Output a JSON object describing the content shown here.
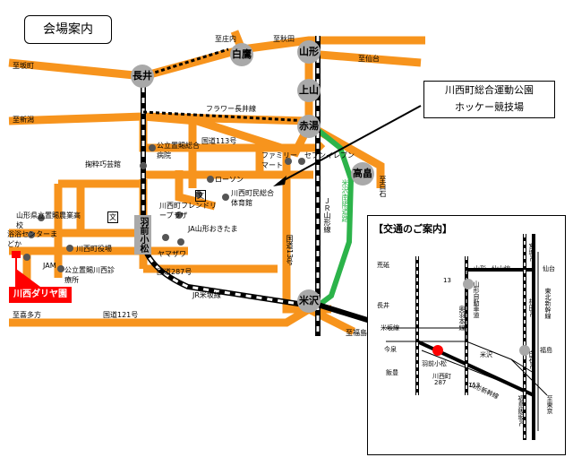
{
  "title": "会場案内",
  "callout": {
    "line1": "川西町総合運動公園",
    "line2": "ホッケー競技場"
  },
  "stations": {
    "shiratka": "白鷹",
    "yamagata": "山形",
    "kaminoyama": "上山",
    "akayu": "赤湯",
    "takahata": "高畠",
    "nagai": "長井",
    "yonezawa": "米沢",
    "hazenkomatsu": "羽前小松"
  },
  "directions": {
    "to_sakamachi_top": "至坂町",
    "to_shonai": "至庄内",
    "to_akita": "至秋田",
    "to_sendai": "至仙台",
    "to_niigata": "至新潟",
    "to_kitakata": "至喜多方",
    "to_fukushima": "至福島",
    "to_shiraishi": "至白石"
  },
  "lines": {
    "flower_nagai": "フラワー長井線",
    "jr_yonesaka": "JR米坂線",
    "jr_yamagata": "ＪＲ山形線",
    "yonezawa_nanyo_road": "米沢南陽道路",
    "route113": "国道113号",
    "route287": "国道287号",
    "route121": "国道121号",
    "route13": "国道13号"
  },
  "landmarks": {
    "kokeshi": "掬粋巧芸館",
    "okitama_hospital": "公立置賜総合病院",
    "familymart": "ファミリーマート",
    "seven_eleven": "セブンイレブン",
    "lawson": "ローソン",
    "gymnasium": "川西町民総合体育館",
    "friendly_plaza": "川西町フレンドリープラザ",
    "ja": "JA山形おきたま",
    "yamazawa": "ヤマザワ",
    "yamagata_pref": "山形県立置賜農業高校",
    "yokusou": "浴浴センターまどか",
    "town_office": "川西町役場",
    "jam": "JAM",
    "kawanishi_clinic": "公立置賜川西診療所",
    "dalia_park": "川西ダリヤ園",
    "school_mark_1": "文",
    "school_mark_2": "文"
  },
  "inset": {
    "title": "【交通のご案内】",
    "labels": {
      "sakai": "荒砥",
      "nagai": "長井",
      "yonesaka": "米坂線",
      "imaizumi": "今泉",
      "hazenkomatsu": "羽前小松",
      "kawanishi": "川西町",
      "yamagata": "山形",
      "sendai_yama": "仙山線",
      "sendai": "仙台",
      "yamagata_line": "山形自動車道",
      "ou_line": "奥羽本線",
      "yonezawa": "米沢",
      "yonezawa_line": "米沢",
      "miyagi_ic": "宮城IC",
      "murata_ic": "村田IC",
      "shiroishi_ic": "白石IC",
      "fukushima": "福島",
      "tohoku_shinkansen": "東北新幹線",
      "fukushima_iizaka_ic": "福島飯坂IC",
      "to_tokyo": "至東京",
      "yamagata_shinkansen": "山形新幹線",
      "route13": "13",
      "route287": "287",
      "route113": "113",
      "iide": "飯豊"
    }
  }
}
